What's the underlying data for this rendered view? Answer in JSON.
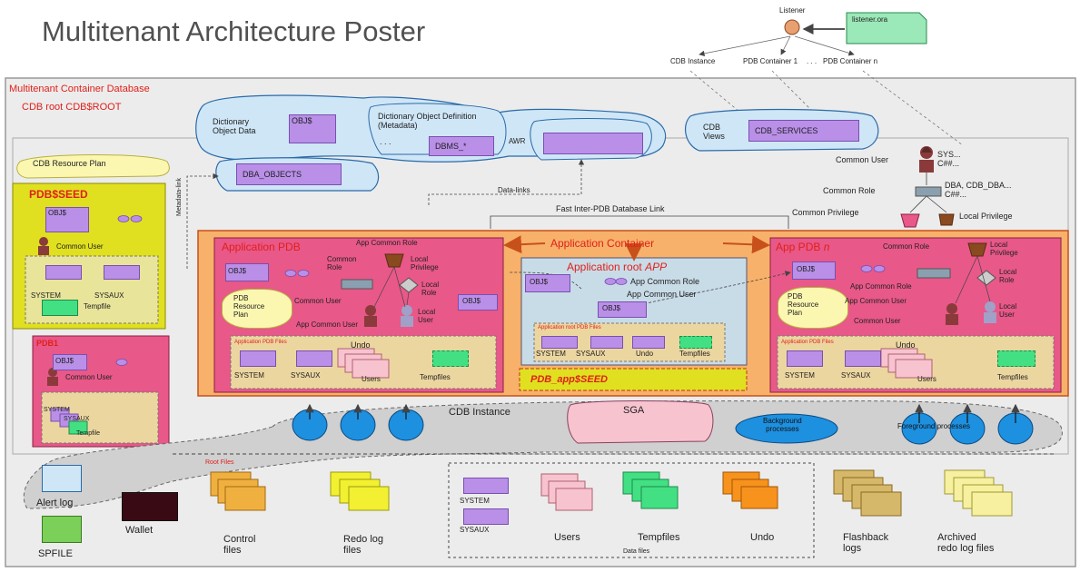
{
  "title": "Multitenant Architecture Poster",
  "listener": {
    "label": "Listener",
    "file": "listener.ora",
    "targets": [
      "CDB Instance",
      "PDB Container 1",
      ". . .",
      "PDB Container n"
    ]
  },
  "cdb": {
    "label": "Multitenant Container Database",
    "root_label": "CDB root CDB$ROOT",
    "resource_plan": "CDB  Resource Plan",
    "dict_data": "Dictionary\nObject Data",
    "dict_def": "Dictionary Object Definition\n(Metadata)",
    "objs": "OBJ$",
    "dbms": "DBMS_*",
    "awr": "AWR",
    "cdb_views": "CDB\nViews",
    "cdb_services": "CDB_SERVICES",
    "dba_objects": "DBA_OBJECTS",
    "data_links": "Data-links",
    "metadata_link": "Metadata-link",
    "fast_link": "Fast Inter-PDB Database Link",
    "dots": ". . ."
  },
  "security": {
    "common_user": "Common User",
    "sys": "SYS...\nC##...",
    "common_role": "Common Role",
    "dba_roles": "DBA, CDB_DBA...\nC##...",
    "common_privilege": "Common Privilege",
    "local_privilege": "Local Privilege"
  },
  "seed": {
    "label": "PDB$SEED",
    "objs": "OBJ$",
    "common_user": "Common User",
    "system": "SYSTEM",
    "sysaux": "SYSAUX",
    "tempfile": "Tempfile"
  },
  "pdb1": {
    "label": "PDB1",
    "objs": "OBJ$",
    "common_user": "Common User",
    "system": "SYSTEM",
    "sysaux": "SYSAUX",
    "tempfile": "Tempfile"
  },
  "app_container": {
    "label": "Application Container",
    "app_pdb": {
      "label": "Application PDB",
      "objs": "OBJ$",
      "common_role": "Common\nRole",
      "app_common_role": "App Common Role",
      "local_privilege": "Local\nPrivilege",
      "local_role": "Local\nRole",
      "resource_plan": "PDB\nResource\nPlan",
      "common_user": "Common User",
      "app_common_user": "App Common User",
      "local_user": "Local\nUser",
      "files_label": "Application PDB Files",
      "undo": "Undo",
      "system": "SYSTEM",
      "sysaux": "SYSAUX",
      "users": "Users",
      "tempfiles": "Tempfiles",
      "objs2": "OBJ$"
    },
    "app_root": {
      "label": "Application root",
      "label_em": "APP",
      "objs": "OBJ$",
      "app_common_role": "App Common Role",
      "app_common_user": "App Common User",
      "objs2": "OBJ$",
      "files_label": "Application root PDB Files",
      "system": "SYSTEM",
      "sysaux": "SYSAUX",
      "undo": "Undo",
      "tempfiles": "Tempfiles"
    },
    "app_seed": "PDB_app$SEED",
    "app_pdb_n": {
      "label": "App PDB ",
      "label_em": "n",
      "objs": "OBJ$",
      "common_role": "Common Role",
      "local_privilege": "Local\nPrivilege",
      "local_role": "Local\nRole",
      "resource_plan": "PDB\nResource\nPlan",
      "app_common_role": "App Common Role",
      "app_common_user": "App Common User",
      "common_user": "Common User",
      "local_user": "Local\nUser",
      "files_label": "Application PDB Files",
      "undo": "Undo",
      "system": "SYSTEM",
      "sysaux": "SYSAUX",
      "users": "Users",
      "tempfiles": "Tempfiles"
    }
  },
  "instance": {
    "label": "CDB Instance",
    "sga": "SGA",
    "background": "Background\nprocesses",
    "foreground": "Foreground processes"
  },
  "files": {
    "alert_log": "Alert log",
    "spfile": "SPFILE",
    "wallet": "Wallet",
    "root_files": "Root Files",
    "control": "Control\nfiles",
    "redo": "Redo log\nfiles",
    "system": "SYSTEM",
    "sysaux": "SYSAUX",
    "users": "Users",
    "tempfiles": "Tempfiles",
    "undo": "Undo",
    "data_files": "Data files",
    "flashback": "Flashback\nlogs",
    "archived": "Archived\nredo log files"
  },
  "colors": {
    "accent_red": "#e0201a",
    "cdb_bg": "#ececec",
    "seed_yellow": "#e0e020",
    "pdb_pink": "#e85888",
    "app_container_orange": "#f7b16a",
    "dict_blue": "#cfe6f7",
    "purple": "#b98fe8",
    "mint": "#42e083",
    "process_blue": "#1e90e0"
  }
}
